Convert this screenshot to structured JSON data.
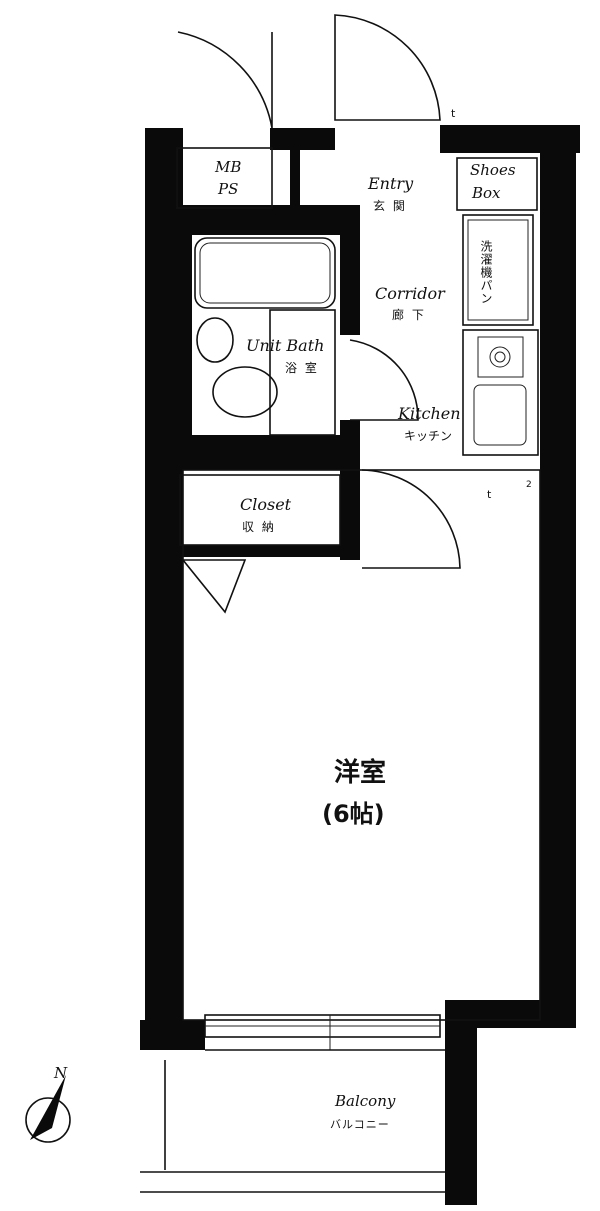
{
  "rooms": {
    "mbps": {
      "line1": "MB",
      "line2": "PS"
    },
    "entry": {
      "en": "Entry",
      "jp": "玄 関"
    },
    "shoes_box": {
      "line1": "Shoes",
      "line2": "Box"
    },
    "corridor": {
      "en": "Corridor",
      "jp": "廊 下"
    },
    "unit_bath": {
      "en": "Unit Bath",
      "jp": "浴 室"
    },
    "kitchen": {
      "en": "Kitchen",
      "jp": "キッチン"
    },
    "washer": {
      "jp": "洗濯機パン"
    },
    "closet": {
      "en": "Closet",
      "jp": "収 納"
    },
    "western_room": {
      "name": "洋室",
      "size": "(6帖)"
    },
    "balcony": {
      "en": "Balcony",
      "jp": "バルコニー"
    }
  },
  "compass": {
    "label": "N"
  },
  "symbols": {
    "tel": "t",
    "outlet2": "2"
  }
}
